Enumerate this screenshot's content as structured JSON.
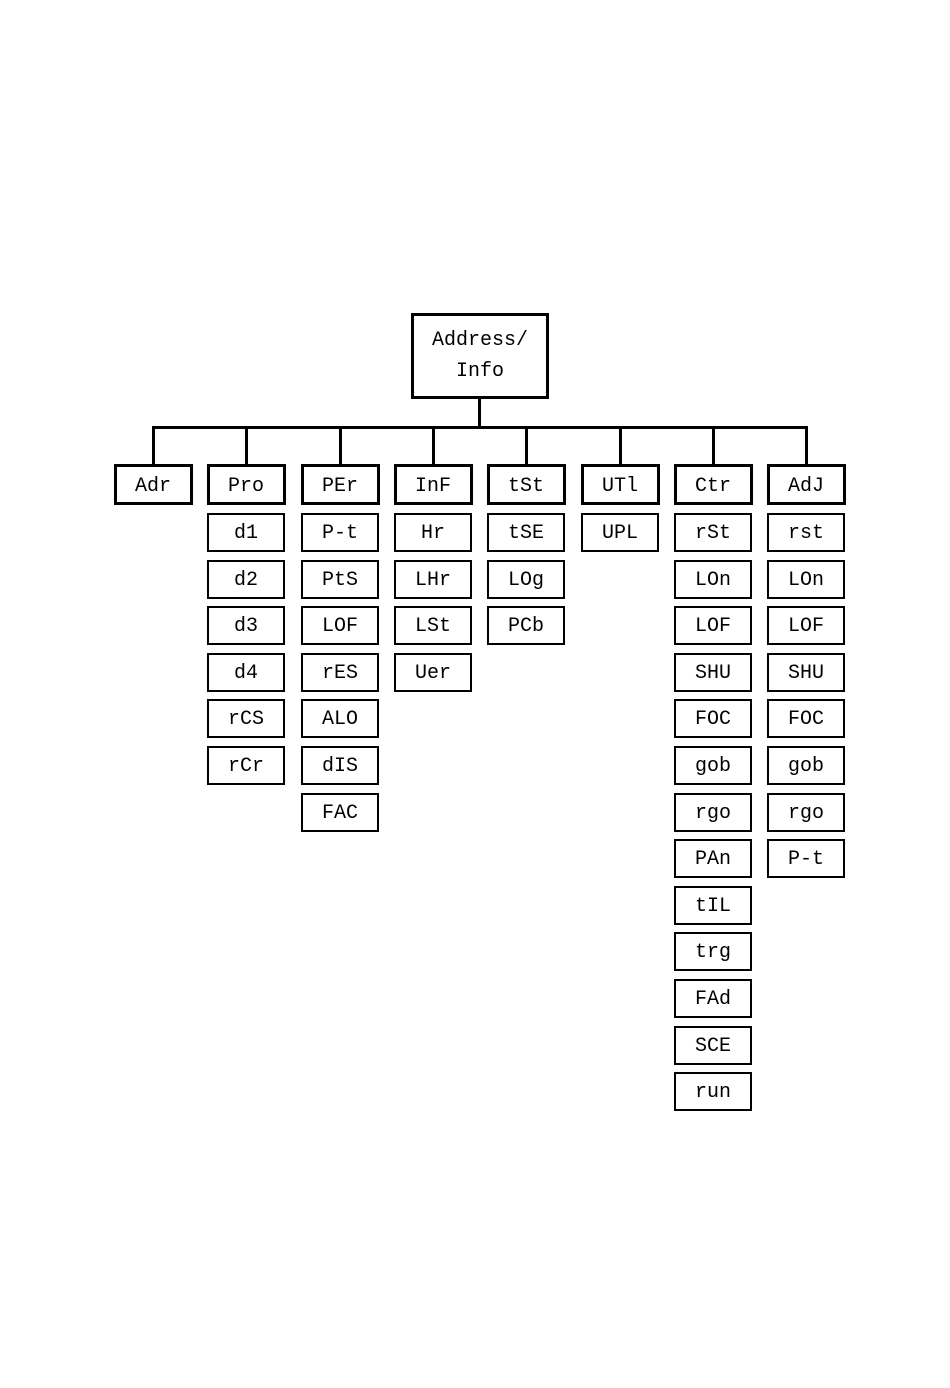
{
  "root": {
    "line1": "Address/",
    "line2": "Info"
  },
  "colors": {
    "line": "#000000",
    "background": "#ffffff"
  },
  "categories": [
    {
      "label": "Adr",
      "items": []
    },
    {
      "label": "Pro",
      "items": [
        "d1",
        "d2",
        "d3",
        "d4",
        "rCS",
        "rCr"
      ]
    },
    {
      "label": "PEr",
      "items": [
        "P-t",
        "PtS",
        "LOF",
        "rES",
        "ALO",
        "dIS",
        "FAC"
      ]
    },
    {
      "label": "InF",
      "items": [
        "Hr",
        "LHr",
        "LSt",
        "Uer"
      ]
    },
    {
      "label": "tSt",
      "items": [
        "tSE",
        "LOg",
        "PCb"
      ]
    },
    {
      "label": "UTl",
      "items": [
        "UPL"
      ]
    },
    {
      "label": "Ctr",
      "items": [
        "rSt",
        "LOn",
        "LOF",
        "SHU",
        "FOC",
        "gob",
        "rgo",
        "PAn",
        "tIL",
        "trg",
        "FAd",
        "SCE",
        "run"
      ]
    },
    {
      "label": "AdJ",
      "items": [
        "rst",
        "LOn",
        "LOF",
        "SHU",
        "FOC",
        "gob",
        "rgo",
        "P-t"
      ]
    }
  ]
}
